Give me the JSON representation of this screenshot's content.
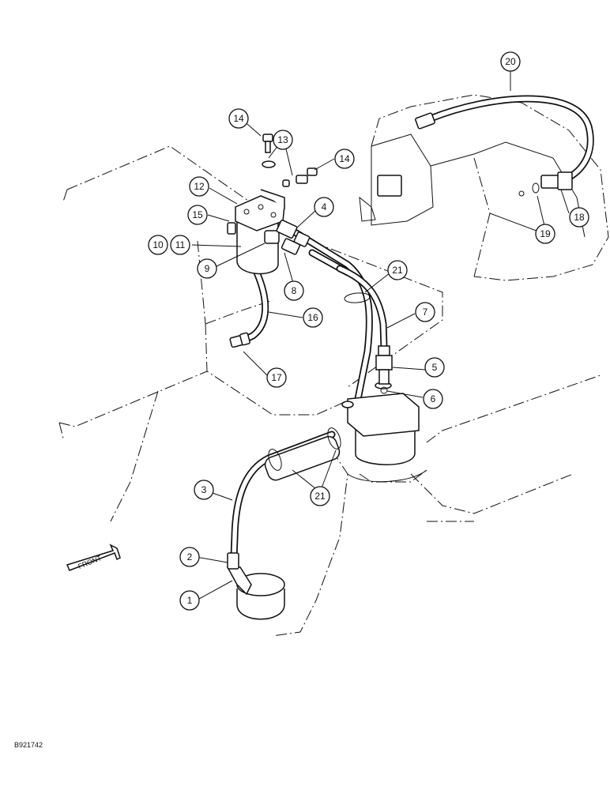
{
  "drawing_code": "B921742",
  "front_label": "FRONT",
  "callouts": [
    {
      "id": "c1",
      "label": "1"
    },
    {
      "id": "c2",
      "label": "2"
    },
    {
      "id": "c3",
      "label": "3"
    },
    {
      "id": "c4",
      "label": "4"
    },
    {
      "id": "c5",
      "label": "5"
    },
    {
      "id": "c6",
      "label": "6"
    },
    {
      "id": "c7",
      "label": "7"
    },
    {
      "id": "c8",
      "label": "8"
    },
    {
      "id": "c9",
      "label": "9"
    },
    {
      "id": "c10",
      "label": "10"
    },
    {
      "id": "c11",
      "label": "11"
    },
    {
      "id": "c12",
      "label": "12"
    },
    {
      "id": "c13",
      "label": "13"
    },
    {
      "id": "c14a",
      "label": "14"
    },
    {
      "id": "c14b",
      "label": "14"
    },
    {
      "id": "c15",
      "label": "15"
    },
    {
      "id": "c16",
      "label": "16"
    },
    {
      "id": "c17",
      "label": "17"
    },
    {
      "id": "c18",
      "label": "18"
    },
    {
      "id": "c19",
      "label": "19"
    },
    {
      "id": "c20",
      "label": "20"
    },
    {
      "id": "c21a",
      "label": "21"
    },
    {
      "id": "c21b",
      "label": "21"
    }
  ]
}
